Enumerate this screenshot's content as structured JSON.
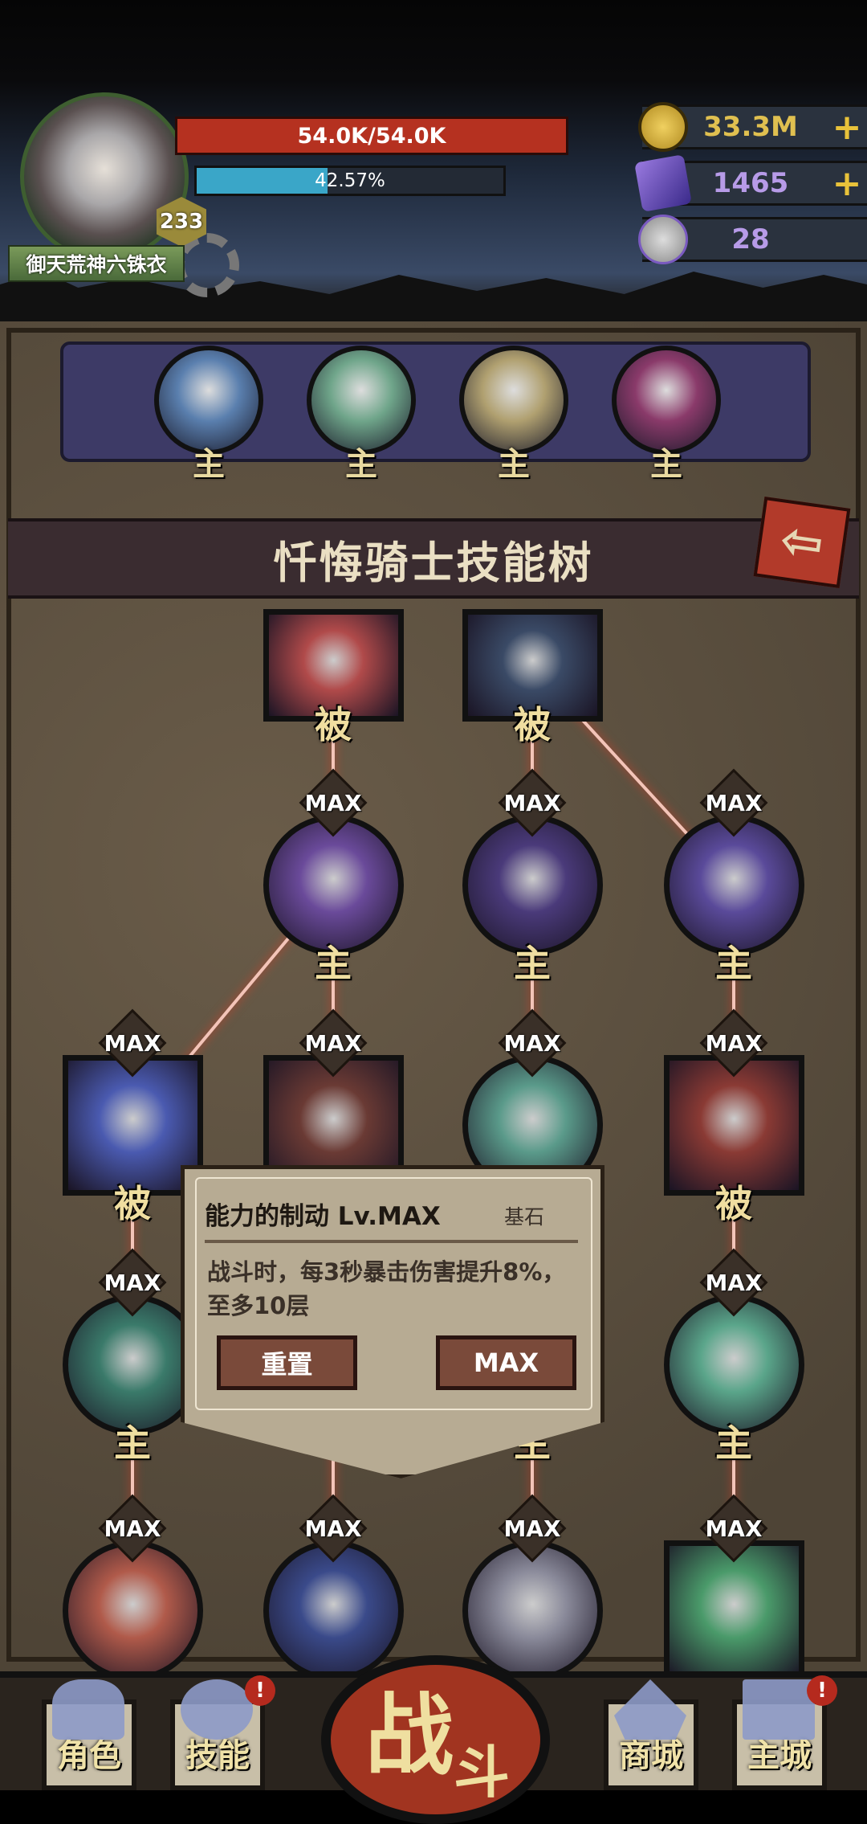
{
  "player": {
    "name": "御天荒神六铢衣",
    "level": "233",
    "hp_text": "54.0K/54.0K",
    "xp_text": "42.57%",
    "xp_percent": 42.57
  },
  "currencies": [
    {
      "icon": "gold-coin-icon",
      "value": "33.3M",
      "plus": "+",
      "color": "#e0c050"
    },
    {
      "icon": "purple-crystal-icon",
      "value": "1465",
      "plus": "+",
      "color": "#b79be8"
    },
    {
      "icon": "ram-skull-icon",
      "value": "28",
      "color": "#b79be8"
    }
  ],
  "class_tabs": [
    {
      "label": "主",
      "color": "#5a7fae"
    },
    {
      "label": "主",
      "color": "#6fa58a"
    },
    {
      "label": "主",
      "color": "#b0a070"
    },
    {
      "label": "主",
      "color": "#8a3a6a"
    }
  ],
  "title": "忏悔骑士技能树",
  "back_icon": "arrow-left-icon",
  "back_symbol": "⇦",
  "nodes": [
    {
      "shape": "square",
      "label": "被",
      "color": "#b04a4a"
    },
    {
      "shape": "square",
      "label": "被",
      "color": "#3a4a66"
    },
    {
      "shape": "circle",
      "label": "主",
      "max": "MAX",
      "color": "#6a4a9a"
    },
    {
      "shape": "circle",
      "label": "主",
      "max": "MAX",
      "color": "#4a3a7a"
    },
    {
      "shape": "circle",
      "label": "主",
      "max": "MAX",
      "color": "#5a4a9a"
    },
    {
      "shape": "square",
      "label": "被",
      "max": "MAX",
      "color": "#4a5ab0"
    },
    {
      "shape": "square",
      "label": "",
      "max": "MAX",
      "color": "#6a3a34"
    },
    {
      "shape": "circle",
      "label": "",
      "max": "MAX",
      "color": "#5a9a8a"
    },
    {
      "shape": "square",
      "label": "被",
      "max": "MAX",
      "color": "#8a3a34"
    },
    {
      "shape": "circle",
      "label": "主",
      "max": "MAX",
      "color": "#3a7a6a"
    },
    {
      "shape": "circle",
      "label": "主",
      "max": "",
      "color": "#3a3a4a"
    },
    {
      "shape": "circle",
      "label": "主",
      "max": "MAX",
      "color": "#5aa58a"
    },
    {
      "shape": "circle",
      "label": "",
      "max": "MAX",
      "color": "#b05a4a"
    },
    {
      "shape": "circle",
      "label": "",
      "max": "MAX",
      "color": "#3a4a8a"
    },
    {
      "shape": "circle",
      "label": "",
      "max": "MAX",
      "color": "#8a8a9a"
    },
    {
      "shape": "square",
      "label": "",
      "max": "MAX",
      "color": "#4a9a6a"
    }
  ],
  "tooltip": {
    "title": "能力的制动 Lv.MAX",
    "type": "基石",
    "description": "战斗时，每3秒暴击伤害提升8%，至多10层",
    "reset_label": "重置",
    "max_label": "MAX"
  },
  "nav": {
    "character": "角色",
    "skills": "技能",
    "fight_1": "战",
    "fight_2": "斗",
    "shop": "商城",
    "main_city": "主城",
    "badge": "!"
  }
}
